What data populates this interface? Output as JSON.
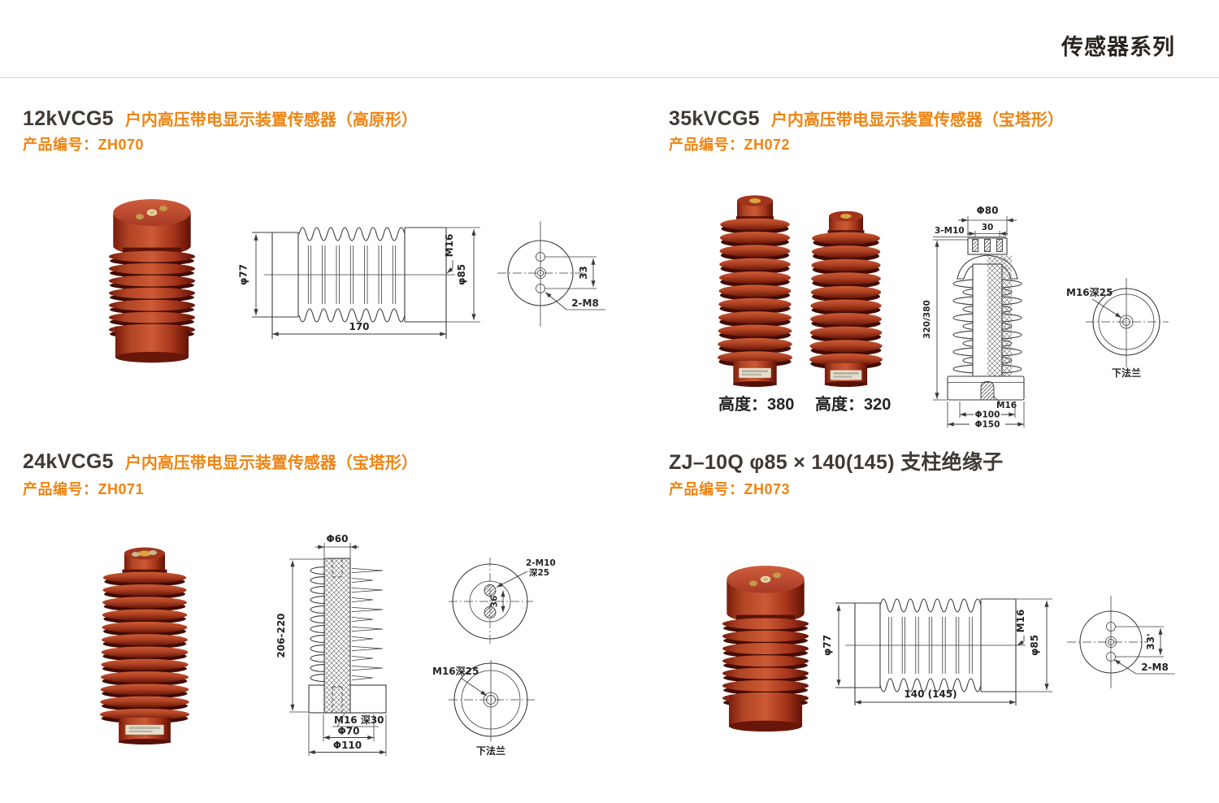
{
  "header": {
    "title": "传感器系列"
  },
  "accent_color": "#ee8412",
  "products": {
    "p1": {
      "model": "12kVCG5",
      "desc": "户内高压带电显示装置传感器（高原形）",
      "code_label": "产品编号：",
      "code": "ZH070",
      "drawing": {
        "dia_left": "φ77",
        "dia_right": "φ85",
        "thread": "M16",
        "length": "170",
        "hole_offset": "33",
        "holes": "2-M8"
      }
    },
    "p2": {
      "model": "35kVCG5",
      "desc": "户内高压带电显示装置传感器（宝塔形）",
      "code_label": "产品编号：",
      "code": "ZH072",
      "photo_labels": [
        "高度：380",
        "高度：320"
      ],
      "drawing": {
        "dia_top": "Φ80",
        "hole_pitch": "30",
        "holes_top": "3-M10",
        "height": "320/380",
        "thread": "M16",
        "dia_mid": "Φ100",
        "dia_bottom": "Φ150",
        "side_hole": "M16深25",
        "flange": "下法兰"
      }
    },
    "p3": {
      "model": "24kVCG5",
      "desc": "户内高压带电显示装置传感器（宝塔形）",
      "code_label": "产品编号：",
      "code": "ZH071",
      "drawing": {
        "dia_top": "Φ60",
        "height": "206-220",
        "thread_bottom": "M16 深30",
        "dia_mid": "Φ70",
        "dia_bottom": "Φ110",
        "holes_top": "2-M10",
        "holes_top_depth": "深25",
        "hole_pitch": "36",
        "side_hole": "M16深25",
        "flange": "下法兰"
      }
    },
    "p4": {
      "model": "ZJ–10Q φ85 × 140(145) 支柱绝缘子",
      "code_label": "产品编号：",
      "code": "ZH073",
      "drawing": {
        "dia_left": "φ77",
        "dia_right": "φ85",
        "thread": "M16",
        "length": "140 (145)",
        "hole_offset": "33'",
        "holes": "2-M8"
      }
    }
  }
}
